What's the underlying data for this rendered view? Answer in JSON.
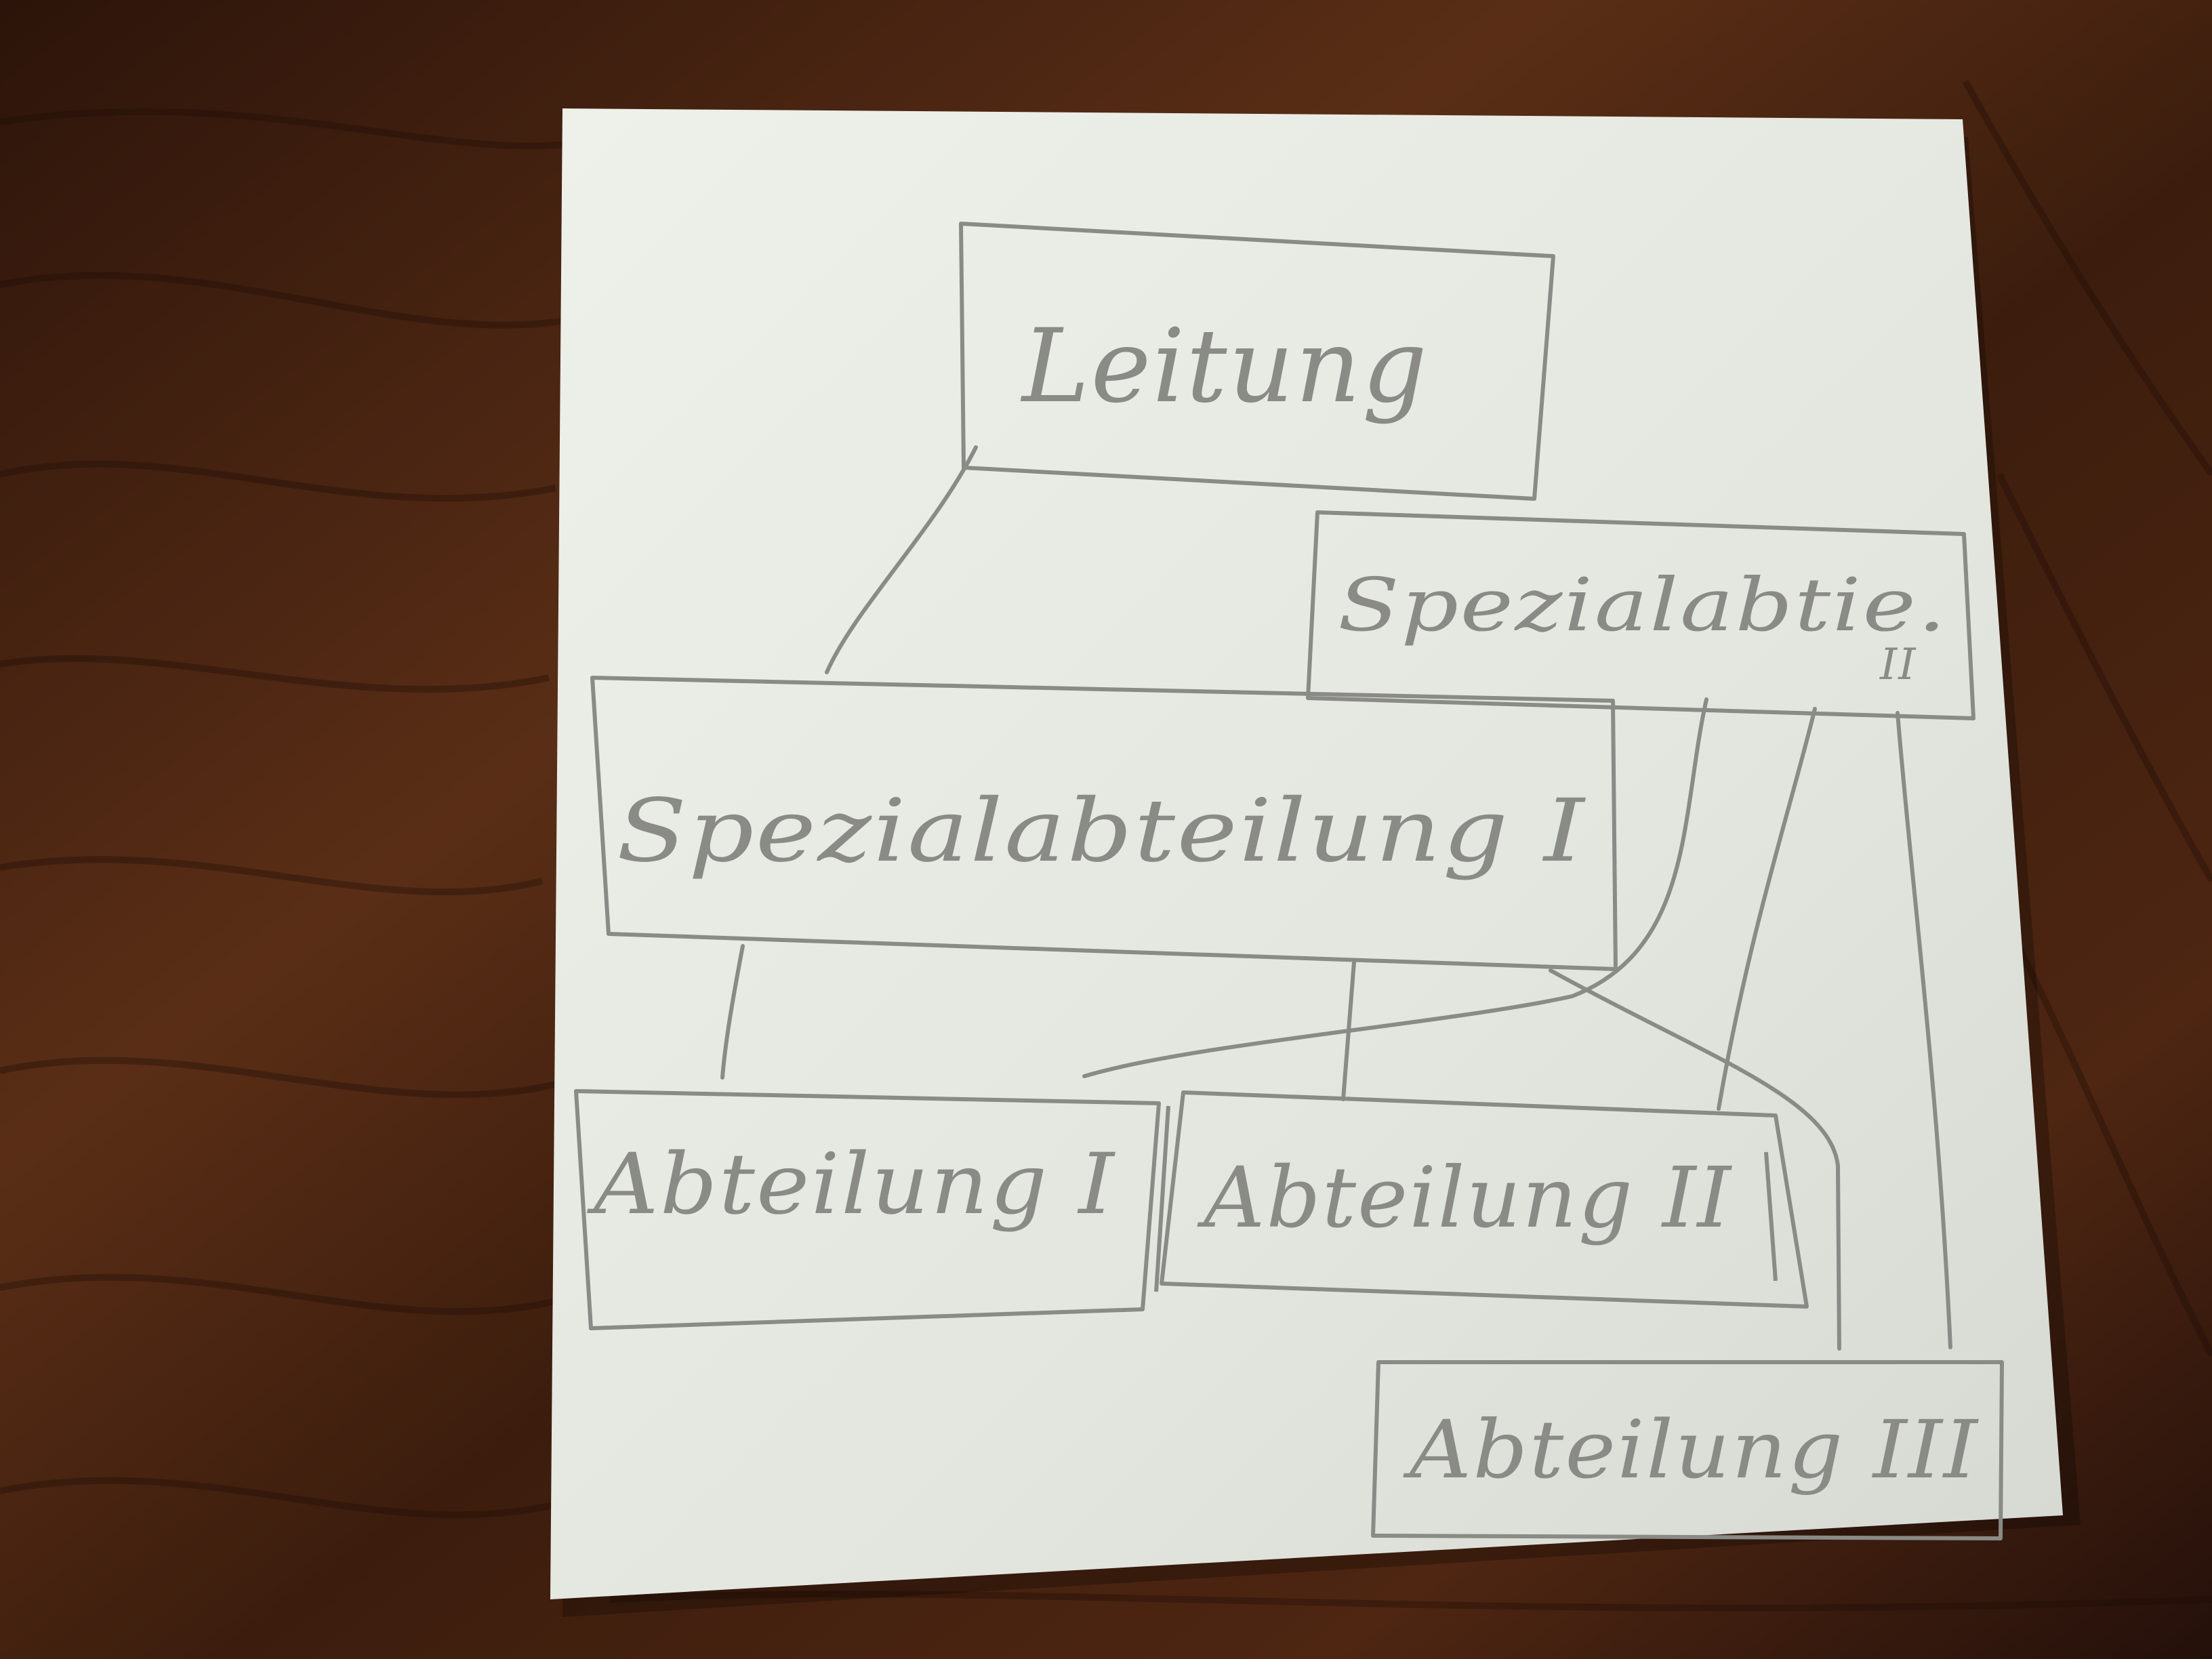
{
  "scene": {
    "table_color": "#3a1e10",
    "paper_color": "#e6e8e2",
    "pencil_color": "#8a8a86"
  },
  "diagram": {
    "boxes": [
      {
        "id": "leitung",
        "label": "Leitung"
      },
      {
        "id": "spezial-2",
        "label": "Spezialabtie.",
        "sub": "II"
      },
      {
        "id": "spezial-1",
        "label": "Spezialabteilung I"
      },
      {
        "id": "abteilung-1",
        "label": "Abteilung I"
      },
      {
        "id": "abteilung-2",
        "label": "Abteilung II"
      },
      {
        "id": "abteilung-3",
        "label": "Abteilung III"
      }
    ],
    "connections": [
      {
        "from": "leitung",
        "to": "spezial-1"
      },
      {
        "from": "spezial-1",
        "to": "abteilung-1"
      },
      {
        "from": "spezial-1",
        "to": "abteilung-2"
      },
      {
        "from": "spezial-1",
        "to": "abteilung-3"
      },
      {
        "from": "spezial-2",
        "to": "abteilung-1"
      },
      {
        "from": "spezial-2",
        "to": "abteilung-2"
      },
      {
        "from": "spezial-2",
        "to": "abteilung-3"
      }
    ]
  }
}
